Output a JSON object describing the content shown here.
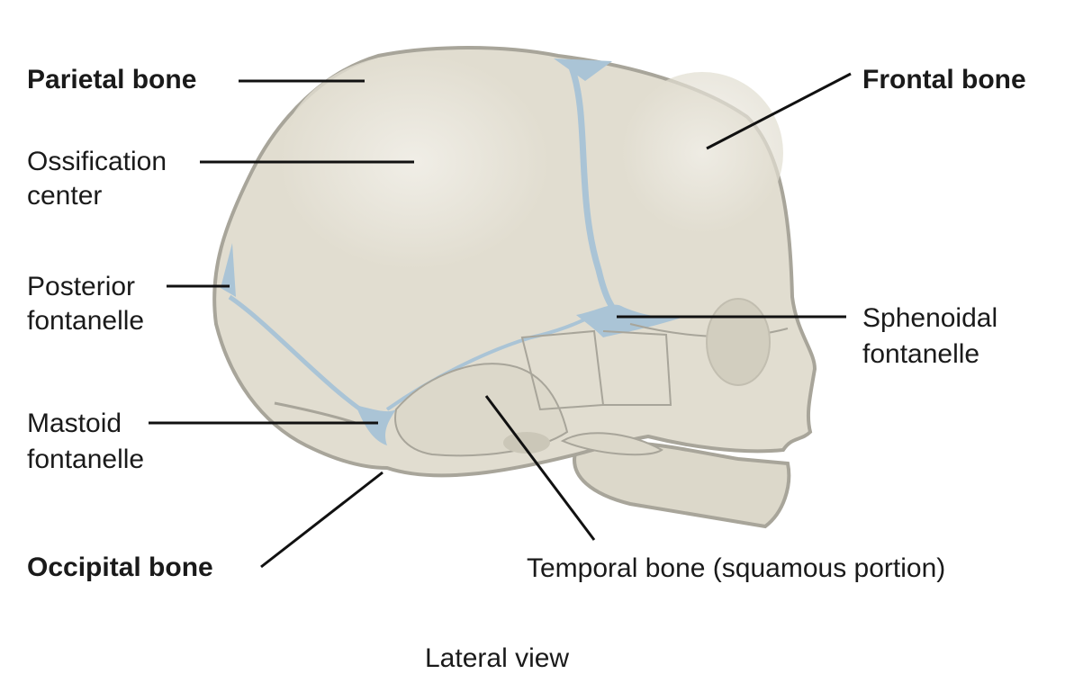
{
  "labels": {
    "parietal_bone": "Parietal bone",
    "ossification_center_1": "Ossification",
    "ossification_center_2": "center",
    "posterior_fontanelle_1": "Posterior",
    "posterior_fontanelle_2": "fontanelle",
    "mastoid_fontanelle_1": "Mastoid",
    "mastoid_fontanelle_2": "fontanelle",
    "occipital_bone": "Occipital bone",
    "frontal_bone": "Frontal bone",
    "sphenoidal_fontanelle_1": "Sphenoidal",
    "sphenoidal_fontanelle_2": "fontanelle",
    "temporal_bone": "Temporal bone (squamous portion)"
  },
  "caption": "Lateral view",
  "colors": {
    "bone": "#e1ddd0",
    "outline": "#a8a59a",
    "fontanelle": "#aac4d6",
    "line": "#111111"
  }
}
